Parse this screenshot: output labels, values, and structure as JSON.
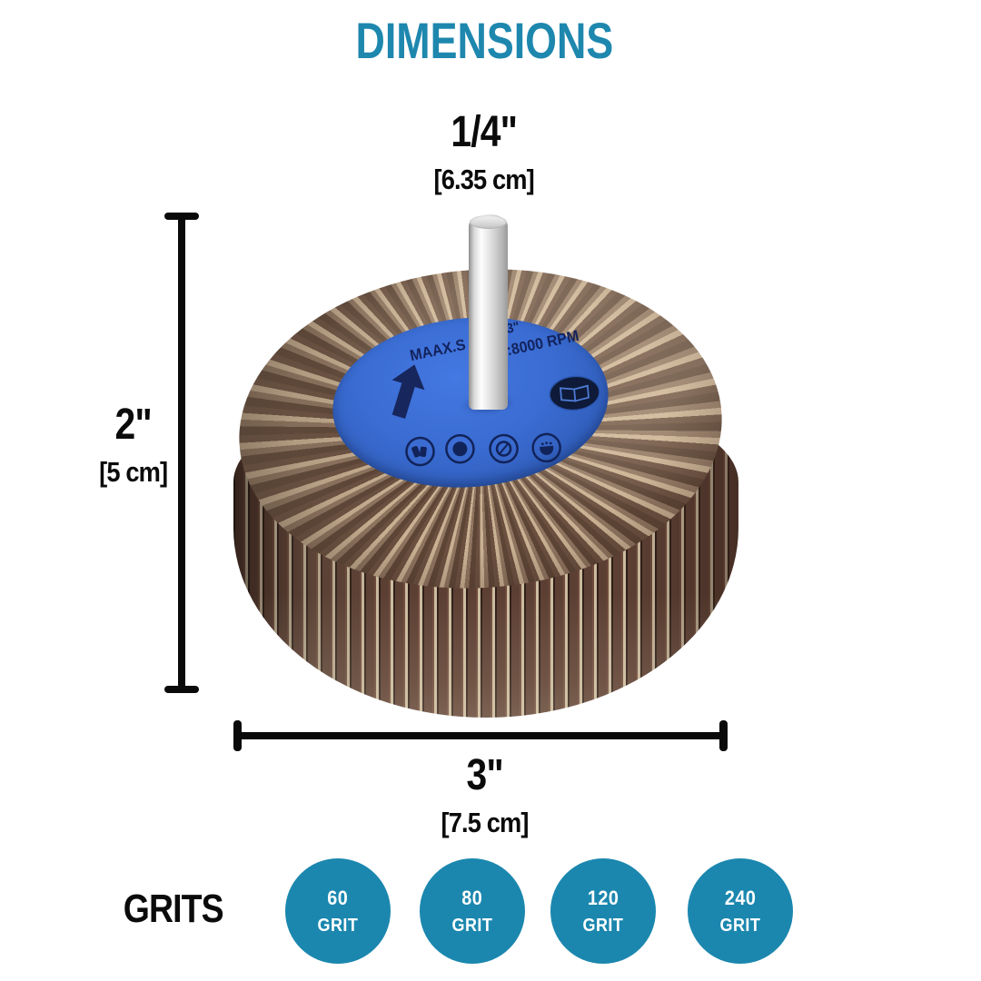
{
  "title": "DIMENSIONS",
  "accent_color": "#1e87ae",
  "dimensions": {
    "shank_diameter": {
      "inches": "1/4\"",
      "metric": "[6.35 cm]"
    },
    "wheel_height": {
      "inches": "2\"",
      "metric": "[5 cm]"
    },
    "wheel_diameter": {
      "inches": "3\"",
      "metric": "[7.5 cm]"
    }
  },
  "product": {
    "disc_text_left": "MAAX.S",
    "disc_text_size": "3\"",
    "disc_text_right": "D:8000 RPM",
    "icons": {
      "rotation_arrow": "up-arrow",
      "safety": [
        "gloves",
        "face-protection",
        "goggles",
        "dust-mask"
      ],
      "manual": "instruction-book"
    }
  },
  "grits": {
    "label": "GRITS",
    "options": [
      {
        "value": "60",
        "unit": "GRIT"
      },
      {
        "value": "80",
        "unit": "GRIT"
      },
      {
        "value": "120",
        "unit": "GRIT"
      },
      {
        "value": "240",
        "unit": "GRIT"
      }
    ]
  }
}
